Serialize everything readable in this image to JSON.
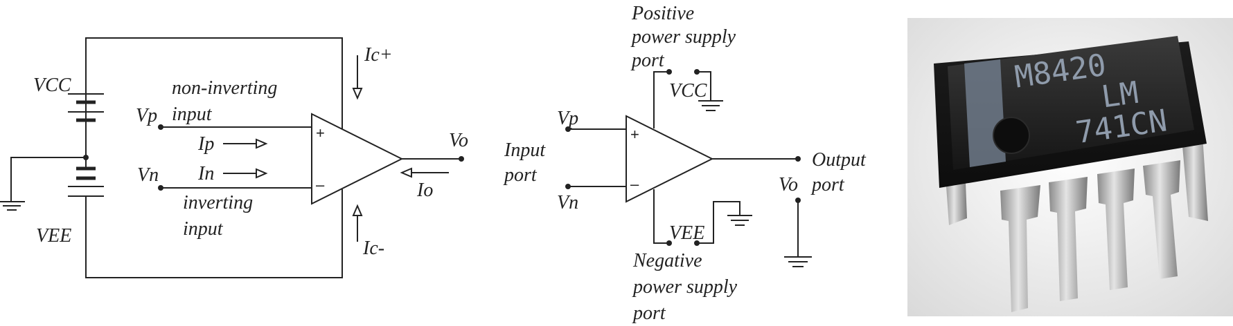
{
  "left_circuit": {
    "vcc": "VCC",
    "vee": "VEE",
    "vp": "Vp",
    "vn": "Vn",
    "non_inverting_line1": "non-inverting",
    "non_inverting_line2": "input",
    "inverting_line1": "inverting",
    "inverting_line2": "input",
    "ip": "Ip",
    "in": "In",
    "ic_plus": "Ic+",
    "ic_minus": "Ic-",
    "vo": "Vo",
    "io": "Io",
    "plus": "+",
    "minus": "–"
  },
  "middle_symbol": {
    "positive_line1": "Positive",
    "positive_line2": "power supply",
    "positive_line3": "port",
    "vcc": "VCC",
    "vp": "Vp",
    "vn": "Vn",
    "input_line1": "Input",
    "input_line2": "port",
    "output_line1": "Output",
    "output_line2": "port",
    "vo": "Vo",
    "vee": "VEE",
    "negative_line1": "Negative",
    "negative_line2": "power supply",
    "negative_line3": "port",
    "plus": "+",
    "minus": "–"
  },
  "chip": {
    "line1": "M8420",
    "line2": "LM",
    "line3": "741CN"
  }
}
